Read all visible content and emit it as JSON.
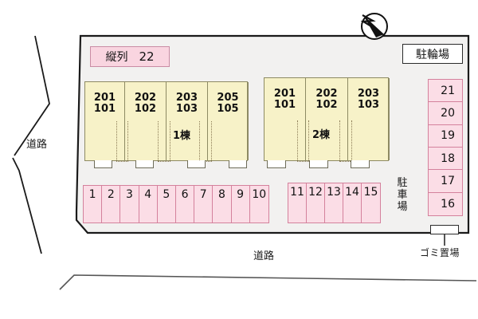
{
  "site": {
    "tandem_parking": {
      "label": "縦列",
      "number": "22"
    },
    "bicycle_parking": {
      "label": "駐輪場"
    },
    "garbage_area": {
      "label": "ゴミ置場"
    },
    "parking_label": {
      "chars": [
        "駐",
        "車",
        "場"
      ]
    },
    "roads": {
      "left": "道路",
      "bottom": "道路"
    },
    "compass": {
      "name": "north-arrow"
    }
  },
  "buildings": [
    {
      "name": "1棟",
      "label": "1棟",
      "units": [
        {
          "upper": "201",
          "lower": "101"
        },
        {
          "upper": "202",
          "lower": "102"
        },
        {
          "upper": "203",
          "lower": "103"
        },
        {
          "upper": "205",
          "lower": "105"
        }
      ]
    },
    {
      "name": "2棟",
      "label": "2棟",
      "units": [
        {
          "upper": "201",
          "lower": "101"
        },
        {
          "upper": "202",
          "lower": "102"
        },
        {
          "upper": "203",
          "lower": "103"
        }
      ]
    }
  ],
  "parking": {
    "row_left": [
      "1",
      "2",
      "3",
      "4",
      "5",
      "6",
      "7",
      "8",
      "9",
      "10"
    ],
    "row_right": [
      "11",
      "12",
      "13",
      "14",
      "15"
    ],
    "column_right": [
      "21",
      "20",
      "19",
      "18",
      "17",
      "16"
    ]
  },
  "colors": {
    "building_fill": "#f7f2c8",
    "building_stroke": "#8d8a63",
    "stall_fill": "#fbdde6",
    "stall_stroke": "#d4819c",
    "tandem_fill": "#f9d5e0",
    "site_fill": "#f2f1f0",
    "outline": "#1a1a1a"
  }
}
